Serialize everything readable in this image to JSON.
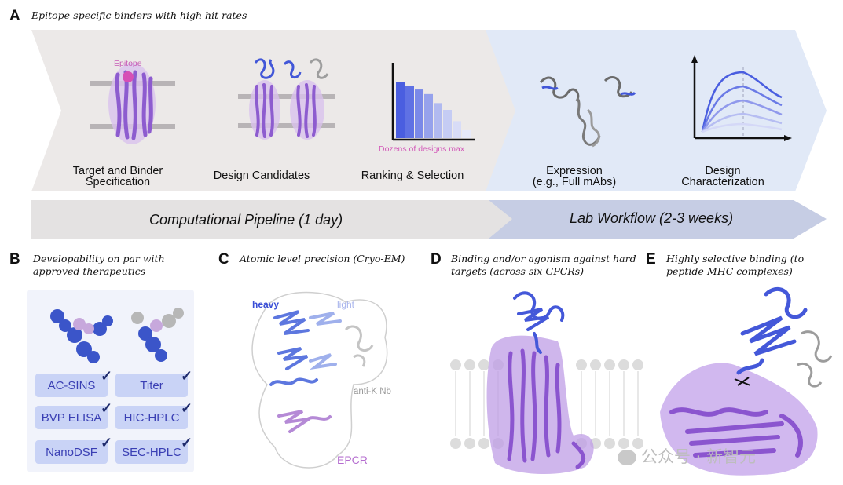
{
  "panel_a": {
    "letter": "A",
    "title": "Epitope-specific binders with high hit rates",
    "steps": [
      {
        "label_line1": "Target and Binder",
        "label_line2": "Specification"
      },
      {
        "label_line1": "Design Candidates",
        "label_line2": ""
      },
      {
        "label_line1": "Ranking & Selection",
        "label_line2": ""
      },
      {
        "label_line1": "Expression",
        "label_line2": "(e.g., Full mAbs)"
      },
      {
        "label_line1": "Design",
        "label_line2": "Characterization"
      }
    ],
    "epitope_label": "Epitope",
    "ranking_caption": "Dozens of designs max",
    "ranking_bars": [
      1.0,
      0.93,
      0.86,
      0.78,
      0.62,
      0.5,
      0.3,
      0.14
    ],
    "computational_label": "Computational Pipeline (1 day)",
    "lab_label": "Lab Workflow (2-3 weeks)"
  },
  "panel_b": {
    "letter": "B",
    "title_line1": "Developability on par with",
    "title_line2": "approved therapeutics",
    "assays": [
      "AC-SINS",
      "Titer",
      "BVP ELISA",
      "HIC-HPLC",
      "NanoDSF",
      "SEC-HPLC"
    ]
  },
  "panel_c": {
    "letter": "C",
    "title": "Atomic level precision (Cryo-EM)",
    "heavy": "heavy",
    "light": "light",
    "nb": "anti-K Nb",
    "epcr": "EPCR"
  },
  "panel_d": {
    "letter": "D",
    "title_line1": "Binding  and/or agonism against hard",
    "title_line2": "targets (across six GPCRs)"
  },
  "panel_e": {
    "letter": "E",
    "title_line1": "Highly selective binding (to",
    "title_line2": "peptide-MHC complexes)"
  },
  "watermark": "公众号 · 新智元",
  "colors": {
    "computational_bg": "#ebe7e6",
    "lab_bg": "#dde6f6",
    "blue": "#4a5ee0",
    "purple": "#9b6bd6",
    "pink": "#d05ac0"
  }
}
